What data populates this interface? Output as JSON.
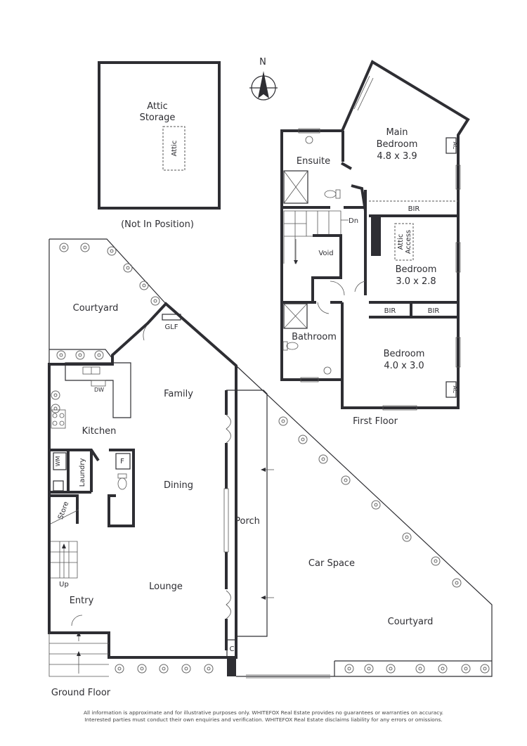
{
  "compass": {
    "letter": "N"
  },
  "attic": {
    "room_line1": "Attic",
    "room_line2": "Storage",
    "hatch_label": "Attic",
    "note": "(Not In Position)"
  },
  "first_floor": {
    "title": "First Floor",
    "main_bedroom": {
      "name_line1": "Main",
      "name_line2": "Bedroom",
      "dims": "4.8 x 3.9"
    },
    "ensuite": "Ensuite",
    "bir_main": "BIR",
    "dn": "Dn",
    "void": "Void",
    "attic_access_line1": "Attic",
    "attic_access_line2": "Access",
    "bedroom2": {
      "name": "Bedroom",
      "dims": "3.0 x 2.8"
    },
    "bir_left": "BIR",
    "bir_right": "BIR",
    "bathroom": "Bathroom",
    "bedroom3": {
      "name": "Bedroom",
      "dims": "4.0 x 3.0"
    },
    "ac_top": "AC",
    "ac_bottom": "AC"
  },
  "ground_floor": {
    "title": "Ground Floor",
    "courtyard_top": "Courtyard",
    "glf": "GLF",
    "family": "Family",
    "kitchen": "Kitchen",
    "dw": "DW",
    "wm": "WM",
    "laundry": "Laundry",
    "fridge": "F",
    "dining": "Dining",
    "store": "Store",
    "up": "Up",
    "lounge": "Lounge",
    "entry": "Entry",
    "porch": "Porch",
    "car_space": "Car Space",
    "courtyard_bottom": "Courtyard",
    "cupboard": "C"
  },
  "disclaimer": {
    "line1": "All information is approximate and for illustrative purposes only. WHITEFOX Real Estate provides no guarantees or warranties on accuracy.",
    "line2": "Interested parties must conduct their own enquiries and verification. WHITEFOX Real Estate disclaims liability for any errors or omissions."
  }
}
